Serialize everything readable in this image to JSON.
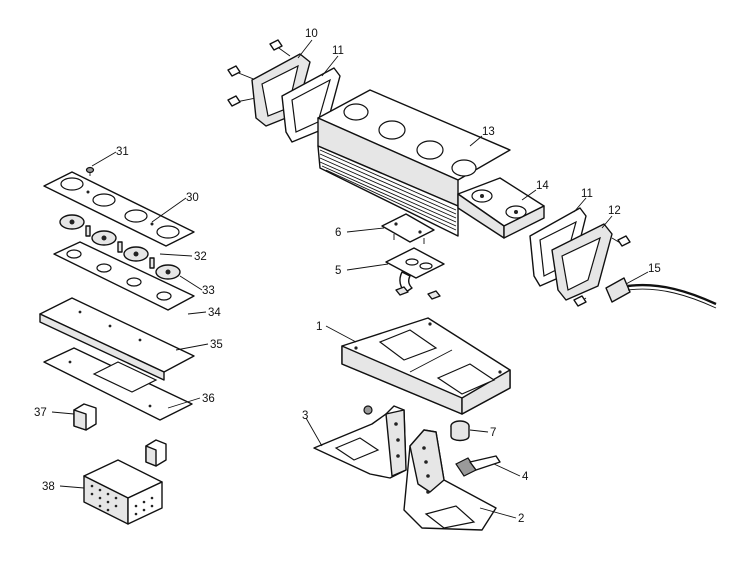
{
  "callouts": {
    "c1": "1",
    "c2": "2",
    "c3": "3",
    "c4": "4",
    "c5": "5",
    "c6": "6",
    "c7": "7",
    "c10": "10",
    "c11a": "11",
    "c11b": "11",
    "c12": "12",
    "c13": "13",
    "c14": "14",
    "c15": "15",
    "c30": "30",
    "c31": "31",
    "c32": "32",
    "c33": "33",
    "c34": "34",
    "c35": "35",
    "c36": "36",
    "c37": "37",
    "c38": "38"
  },
  "colors": {
    "line": "#111111",
    "shade": "#e6e6e6",
    "background": "#ffffff"
  }
}
